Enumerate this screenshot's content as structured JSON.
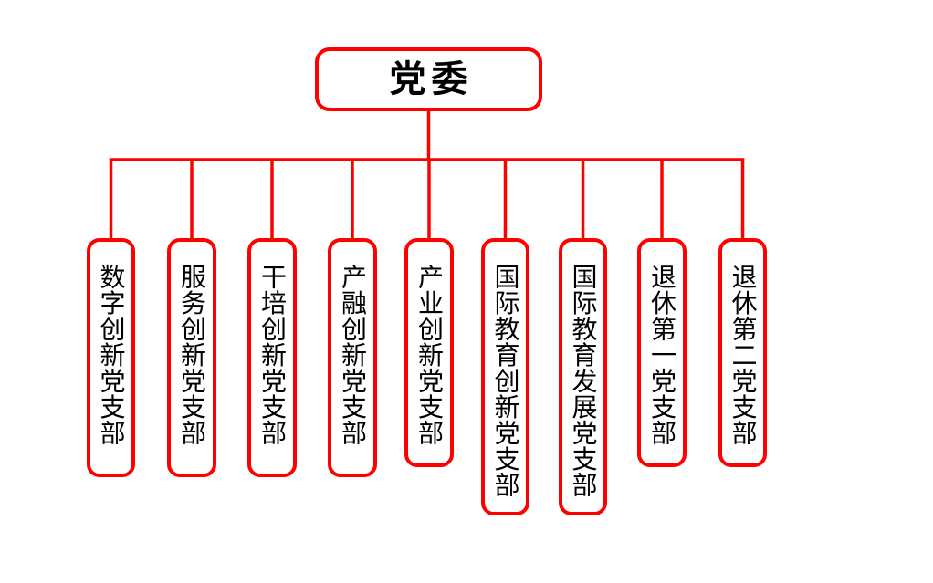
{
  "diagram": {
    "type": "org-chart",
    "root": {
      "label": "党委"
    },
    "children": [
      {
        "label": "数字创新党支部"
      },
      {
        "label": "服务创新党支部"
      },
      {
        "label": "干培创新党支部"
      },
      {
        "label": "产融创新党支部"
      },
      {
        "label": "产业创新党支部"
      },
      {
        "label": "国际教育创新党支部"
      },
      {
        "label": "国际教育发展党支部"
      },
      {
        "label": "退休第一党支部"
      },
      {
        "label": "退休第二党支部"
      }
    ]
  },
  "colors": {
    "accent": "#ff0000",
    "text": "#000000",
    "background": "#ffffff"
  }
}
